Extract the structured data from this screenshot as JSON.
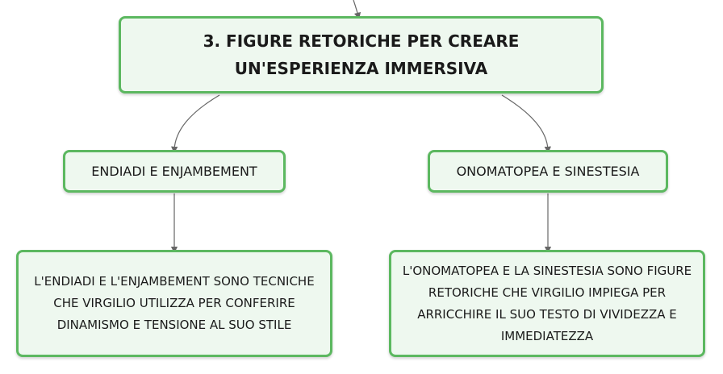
{
  "root": {
    "title": "3. FIGURE RETORICHE PER CREARE UN'ESPERIENZA IMMERSIVA"
  },
  "branches": [
    {
      "label": "ENDIADI E ENJAMBEMENT",
      "description": "L'ENDIADI E L'ENJAMBEMENT SONO TECNICHE CHE VIRGILIO UTILIZZA PER CONFERIRE DINAMISMO E TENSIONE AL SUO STILE"
    },
    {
      "label": "ONOMATOPEA E SINESTESIA",
      "description": "L'ONOMATOPEA E LA SINESTESIA SONO FIGURE RETORICHE CHE VIRGILIO IMPIEGA PER ARRICCHIRE IL SUO TESTO DI VIVIDEZZA E IMMEDIATEZZA"
    }
  ],
  "colors": {
    "node_border": "#5cb860",
    "node_fill": "#eef8ef",
    "connector": "#666666"
  }
}
